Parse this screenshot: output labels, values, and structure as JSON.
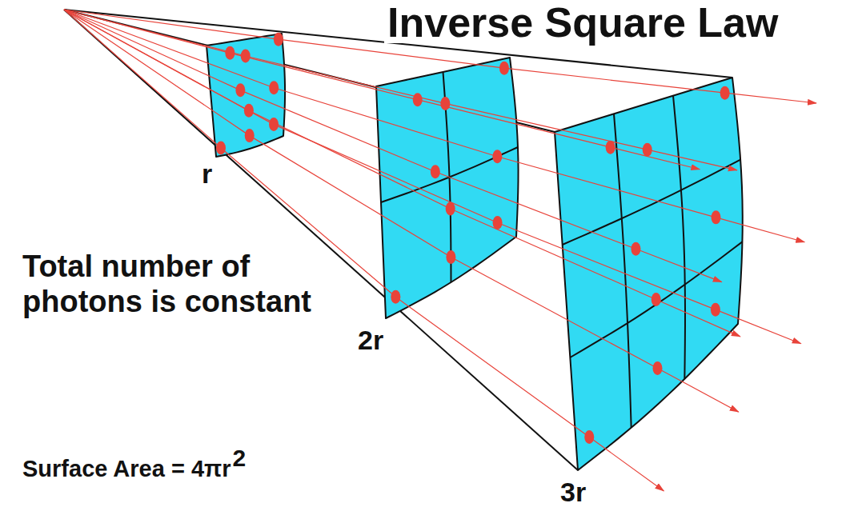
{
  "diagram": {
    "title": "Inverse Square Law",
    "labels": [
      "r",
      "2r",
      "3r",
      "Total number of photons is constant",
      "Surface Area = 4πr",
      "2"
    ]
  }
}
